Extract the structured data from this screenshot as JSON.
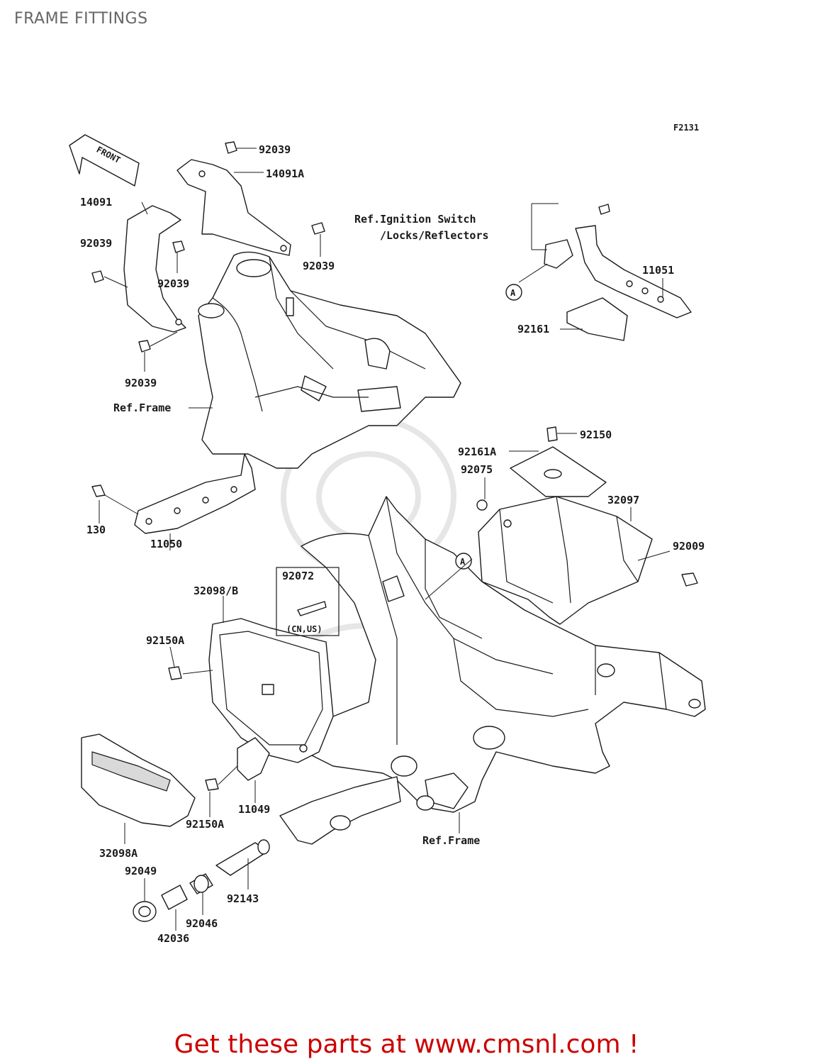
{
  "title": "FRAME FITTINGS",
  "figure_code": "F2131",
  "front_label": "FRONT",
  "ref_ignition": [
    "Ref.Ignition Switch",
    "/Locks/Reflectors"
  ],
  "ref_frame": "Ref.Frame",
  "callout_a": "A",
  "region_note": "(CN,US)",
  "labels": {
    "p92039": "92039",
    "p14091A": "14091A",
    "p14091": "14091",
    "p11051": "11051",
    "p92161": "92161",
    "p92150": "92150",
    "p92161A": "92161A",
    "p92075": "92075",
    "p32097": "32097",
    "p92009": "92009",
    "p130": "130",
    "p11050": "11050",
    "p92072": "92072",
    "p32098B": "32098/B",
    "p92150A": "92150A",
    "p11049": "11049",
    "p32098A": "32098A",
    "p92049": "92049",
    "p92143": "92143",
    "p92046": "92046",
    "p42036": "42036"
  },
  "footer_text": "Get these parts at www.cmsnl.com !",
  "colors": {
    "footer": "#cc0000",
    "title": "#666666",
    "ink": "#1a1a1a"
  }
}
